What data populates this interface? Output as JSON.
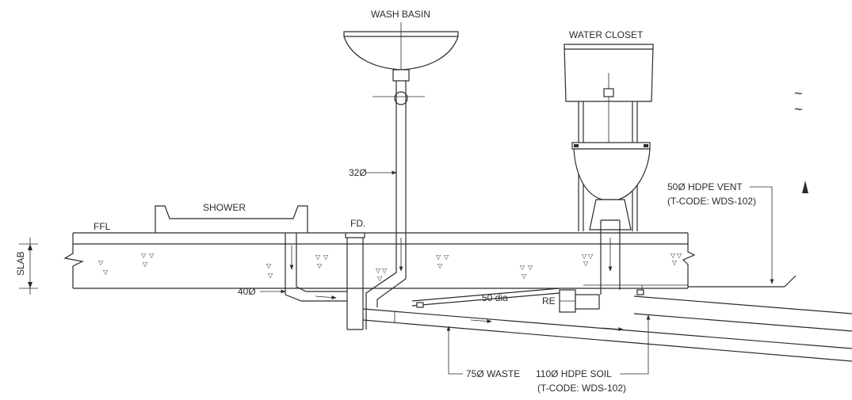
{
  "labels": {
    "wash_basin": "WASH BASIN",
    "water_closet": "WATER CLOSET",
    "shower": "SHOWER",
    "ffl": "FFL",
    "fd": "FD.",
    "slab": "SLAB",
    "pipe_32": "32Ø",
    "pipe_40": "40Ø",
    "pipe_50_dia": "50 dia",
    "re": "RE",
    "vent_line1": "50Ø HDPE VENT",
    "vent_line2": "(T-CODE: WDS-102)",
    "waste_75": "75Ø WASTE",
    "soil_line1": "110Ø HDPE SOIL",
    "soil_line2": "(T-CODE: WDS-102)"
  },
  "symbols": {
    "aggregate_glyph": "▽",
    "wave_glyph": "~"
  },
  "colors": {
    "line": "#2b2b2b",
    "background": "#ffffff"
  }
}
